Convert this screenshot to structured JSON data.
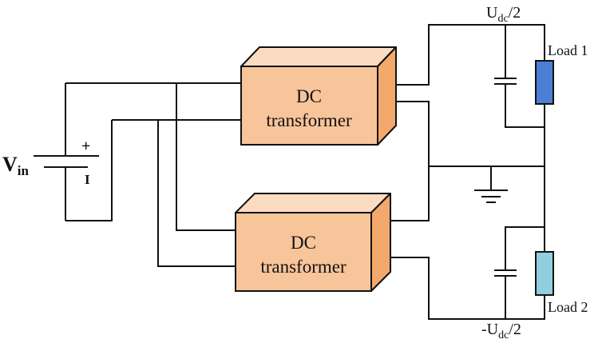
{
  "source": {
    "label_main": "V",
    "label_sub": "in",
    "plus_sign": "+",
    "minus_sign": "I"
  },
  "transformers": [
    {
      "line1": "DC",
      "line2": "transformer"
    },
    {
      "line1": "DC",
      "line2": "transformer"
    }
  ],
  "outputs": {
    "top_voltage_main": "U",
    "top_voltage_sub": "dc",
    "top_voltage_suffix": "/2",
    "bottom_voltage_prefix": "-U",
    "bottom_voltage_sub": "dc",
    "bottom_voltage_suffix": "/2"
  },
  "loads": [
    {
      "label": "Load 1",
      "color": "#4a7fd4"
    },
    {
      "label": "Load 2",
      "color": "#8fcfdf"
    }
  ],
  "colors": {
    "box_front": "#f8c49a",
    "box_top": "#fbdcc2",
    "box_side": "#f3a86c",
    "wire": "#111111"
  }
}
